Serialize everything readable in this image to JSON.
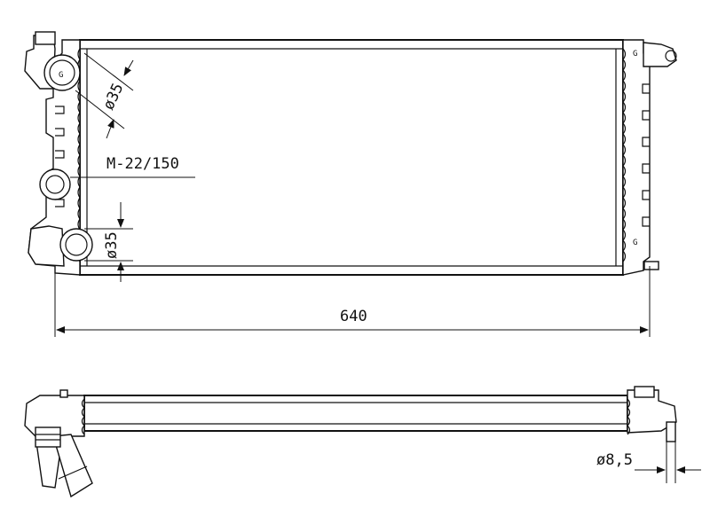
{
  "labels": {
    "diameter_upper": "ø35",
    "thread": "M-22/150",
    "diameter_lower": "ø35",
    "width": "640",
    "pipe_diameter": "ø8,5"
  },
  "colors": {
    "line": "#111111",
    "background": "#ffffff"
  }
}
